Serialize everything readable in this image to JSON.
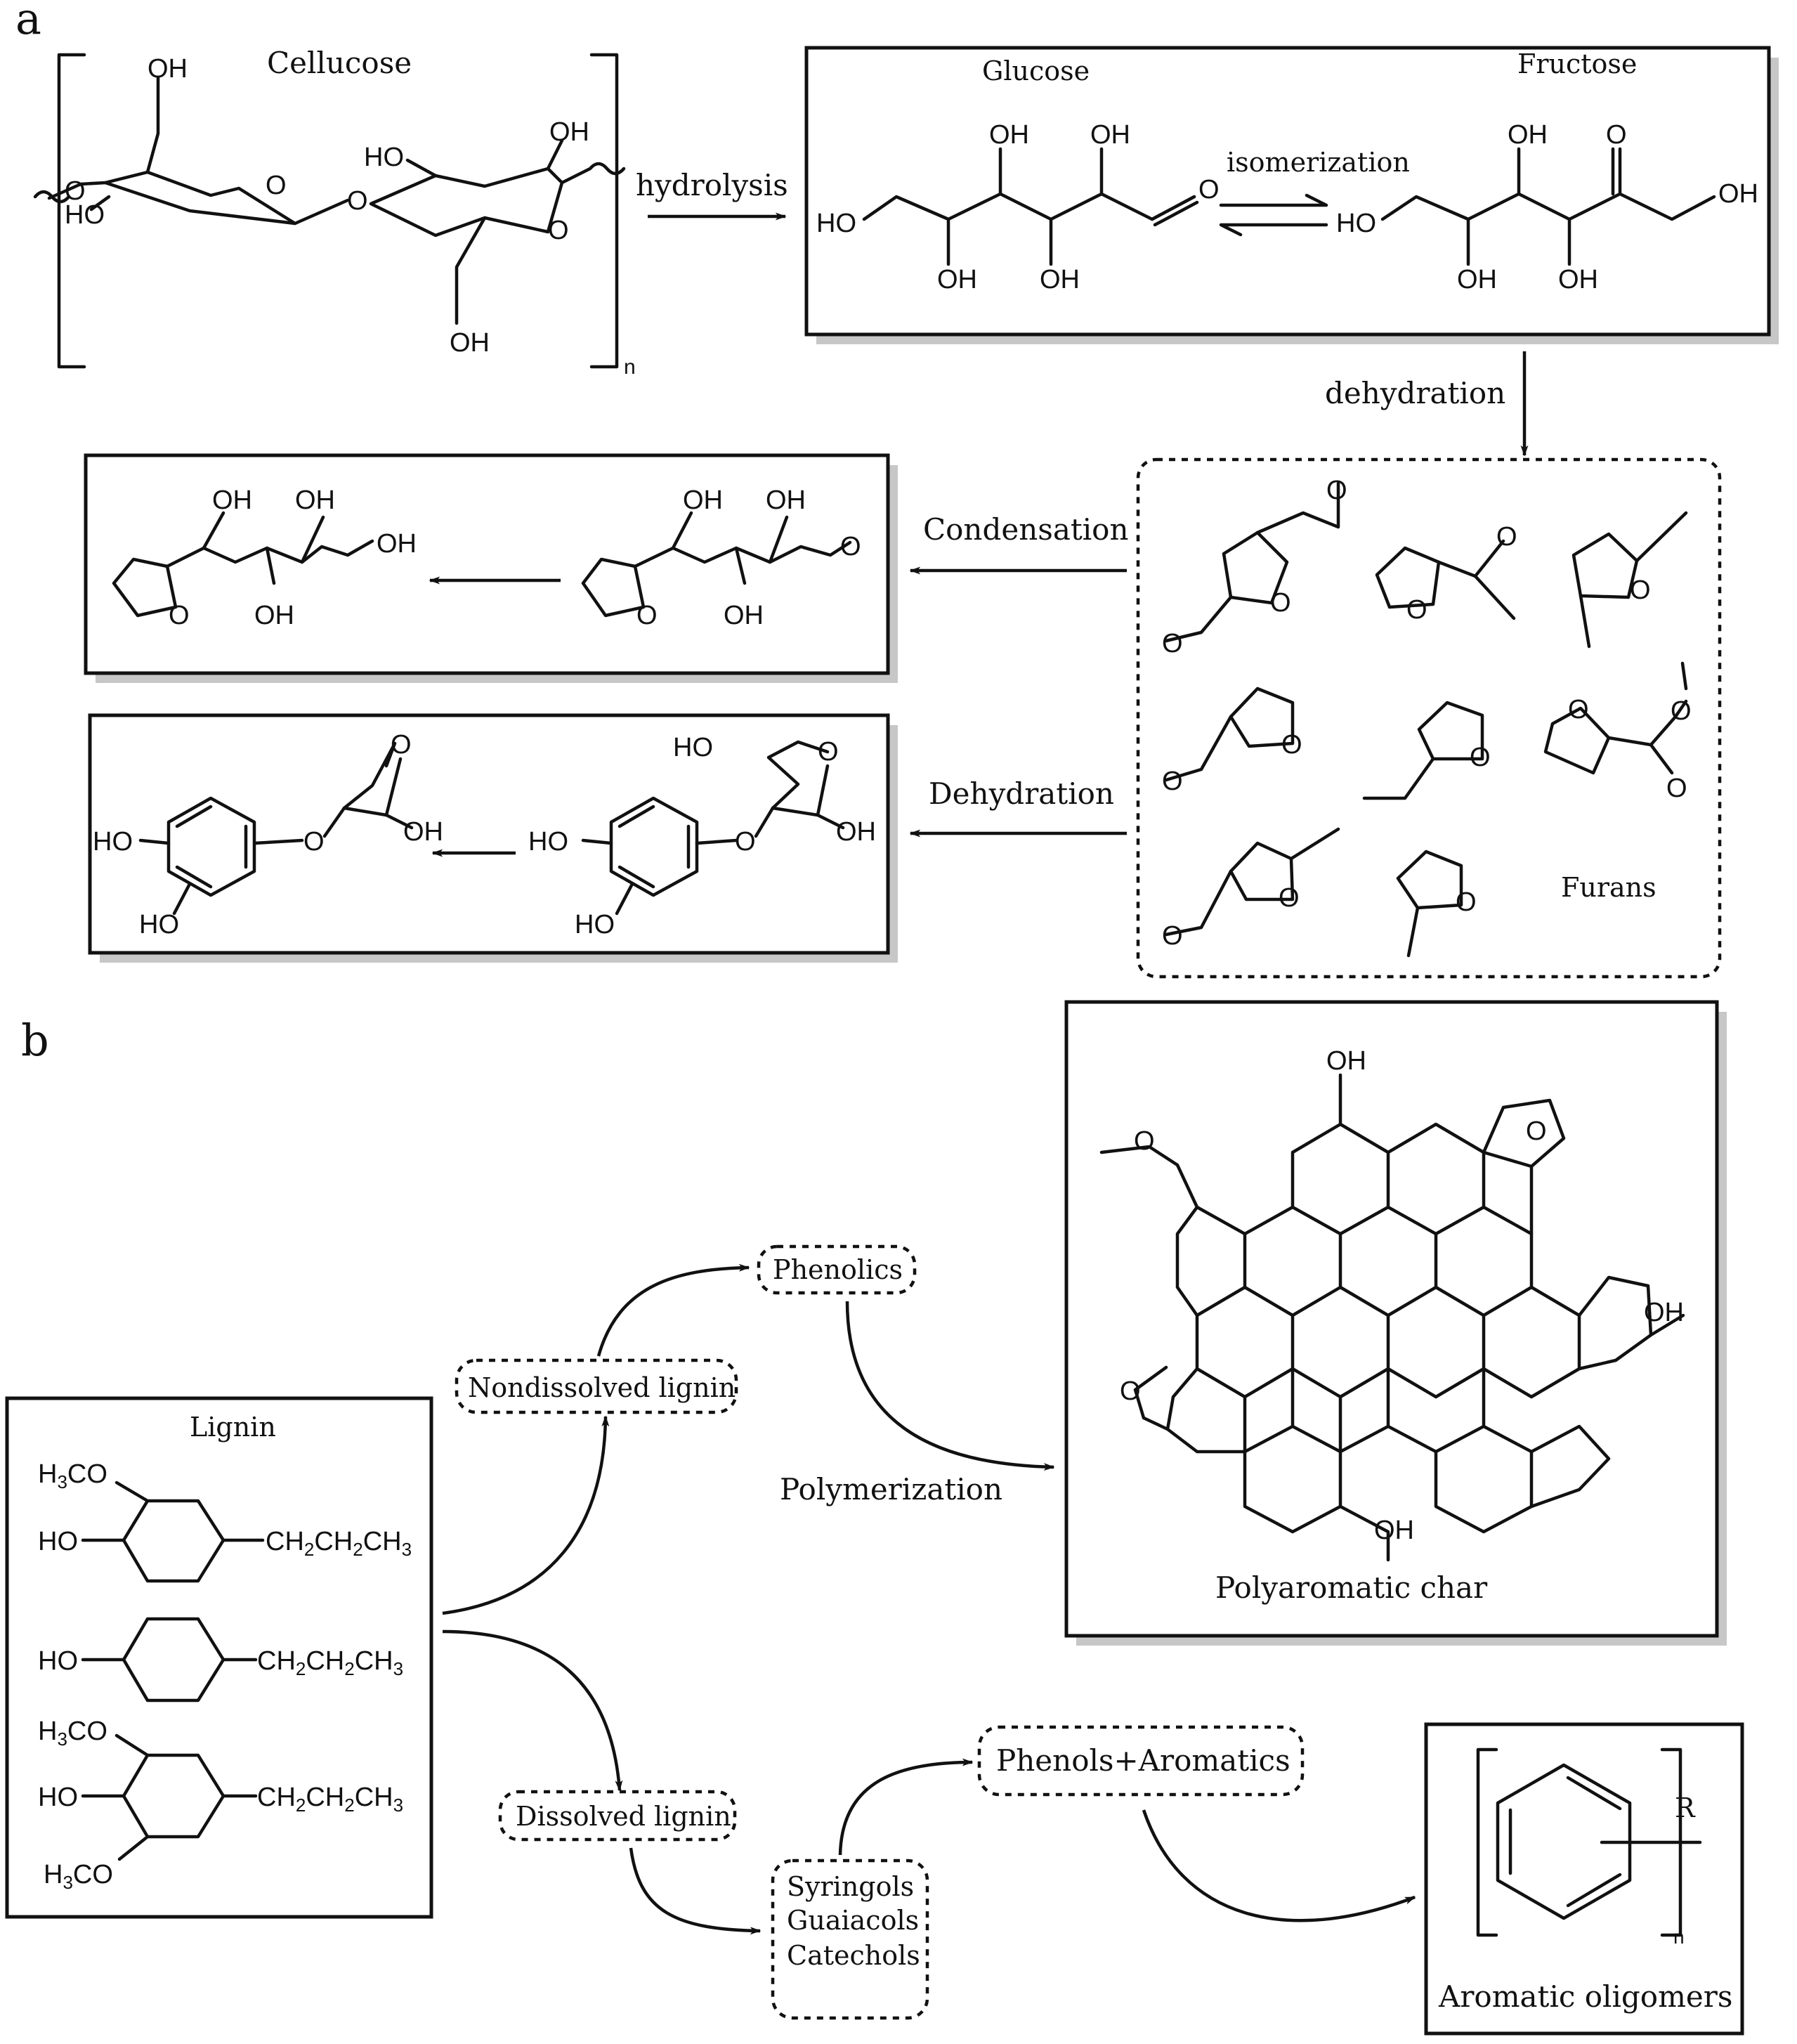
{
  "panel_a": {
    "label": "a",
    "cellulose_title": "Cellucose",
    "repeat_subscript": "n",
    "hydrolysis": "hydrolysis",
    "glucose_title": "Glucose",
    "fructose_title": "Fructose",
    "isomerization": "isomerization",
    "dehydration": "dehydration",
    "condensation": "Condensation",
    "dehydration2": "Dehydration",
    "furans_label": "Furans",
    "groups": {
      "oh": "OH",
      "ho": "HO",
      "o": "O"
    }
  },
  "panel_b": {
    "label": "b",
    "lignin_title": "Lignin",
    "h3co": "H3CO",
    "ho": "HO",
    "propyl": "CH2CH2CH3",
    "nondissolved": "Nondissolved lignin",
    "phenolics": "Phenolics",
    "polymerization": "Polymerization",
    "char_title": "Polyaromatic char",
    "dissolved": "Dissolved lignin",
    "phenols_aromatics": "Phenols+Aromatics",
    "syringols": "Syringols",
    "guaiacols": "Guaiacols",
    "catechols": "Catechols",
    "oligomers_title": "Aromatic oligomers",
    "r_group": "R",
    "repeat_subscript": "n"
  }
}
